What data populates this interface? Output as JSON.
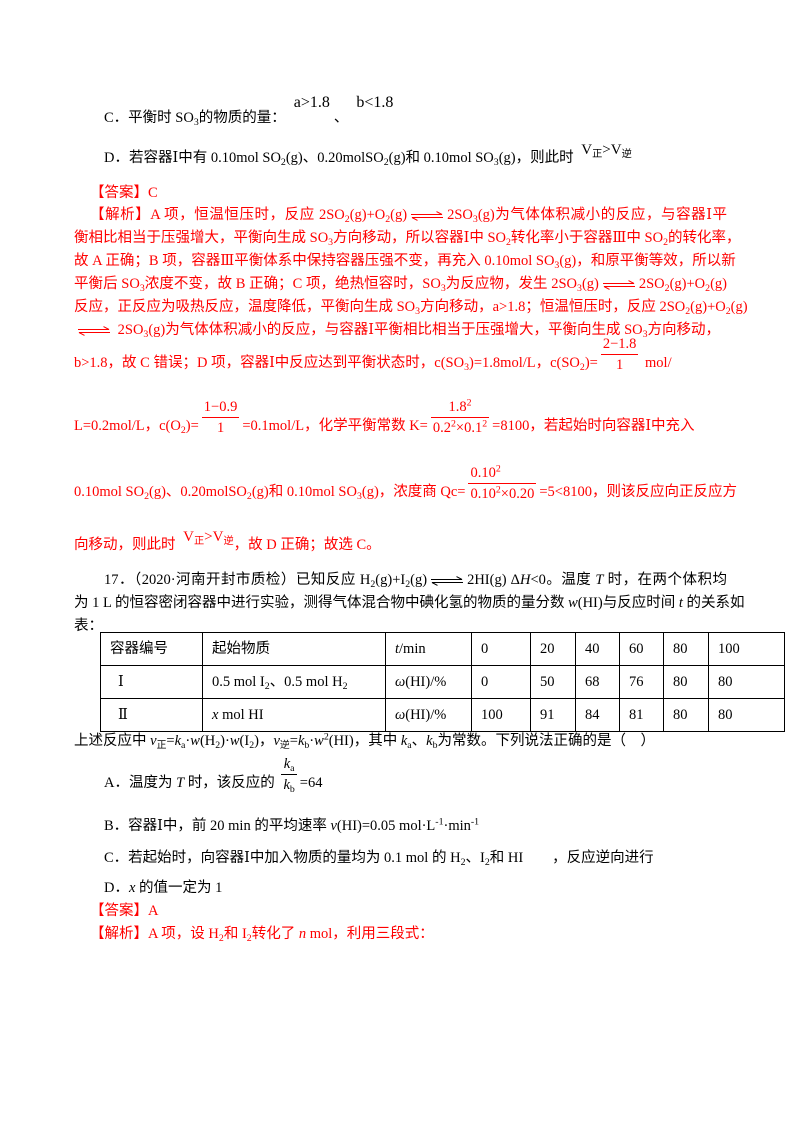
{
  "colors": {
    "text": "#000000",
    "answer_red": "#ff0000"
  },
  "q16": {
    "option_c": [
      "C．平衡时 SO",
      {
        "sub": "3"
      },
      "的物质的量：",
      {
        "raise": [
          "a>1.8"
        ]
      },
      "、",
      {
        "raise": [
          "b<1.8"
        ]
      }
    ],
    "option_d": [
      "D．若容器Ⅰ中有 0.10mol SO",
      {
        "sub": "2"
      },
      "(g)、0.20molSO",
      {
        "sub": "2"
      },
      "(g)和 0.10mol SO",
      {
        "sub": "3"
      },
      "(g)，则此时 ",
      {
        "raise": [
          "V",
          {
            "sub": "正"
          },
          ">V",
          {
            "sub": "逆"
          }
        ]
      }
    ],
    "answer": "【答案】C",
    "analysis": [
      [
        "【解析】A 项，恒温恒压时，反应 2SO",
        {
          "sub": "2"
        },
        "(g)+O",
        {
          "sub": "2"
        },
        "(g)",
        {
          "icon": "equilibrium-arrow"
        },
        "2SO",
        {
          "sub": "3"
        },
        "(g)为气体体积减小的反应，与容器Ⅰ平"
      ],
      [
        "衡相比相当于压强增大，平衡向生成 SO",
        {
          "sub": "3"
        },
        "方向移动，所以容器Ⅰ中 SO",
        {
          "sub": "2"
        },
        "转化率小于容器Ⅲ中 SO",
        {
          "sub": "2"
        },
        "的转化率，"
      ],
      [
        "故 A 正确；B 项，容器Ⅲ平衡体系中保持容器压强不变，再充入 0.10mol SO",
        {
          "sub": "3"
        },
        "(g)，和原平衡等效，所以新"
      ],
      [
        "平衡后 SO",
        {
          "sub": "3"
        },
        "浓度不变，故 B 正确；C 项，绝热恒容时，SO",
        {
          "sub": "3"
        },
        "为反应物，发生 2SO",
        {
          "sub": "3"
        },
        "(g)",
        {
          "icon": "equilibrium-arrow"
        },
        "2SO",
        {
          "sub": "2"
        },
        "(g)+O",
        {
          "sub": "2"
        },
        "(g)"
      ],
      [
        "反应，正反应为吸热反应，温度降低，平衡向生成 SO",
        {
          "sub": "3"
        },
        "方向移动，a>1.8；恒温恒压时，反应 2SO",
        {
          "sub": "2"
        },
        "(g)+O",
        {
          "sub": "2"
        },
        "(g)"
      ],
      [
        {
          "icon": "equilibrium-arrow"
        },
        " 2SO",
        {
          "sub": "3"
        },
        "(g)为气体体积减小的反应，与容器Ⅰ平衡相比相当于压强增大，平衡向生成 SO",
        {
          "sub": "3"
        },
        "方向移动，"
      ],
      [
        "b>1.8，故 C 错误；D 项，容器Ⅰ中反应达到平衡状态时，c(SO",
        {
          "sub": "3"
        },
        ")=1.8mol/L，c(SO",
        {
          "sub": "2"
        },
        ")=",
        {
          "frac": {
            "num": [
              "2−1.8"
            ],
            "den": [
              "1"
            ]
          }
        },
        " mol/"
      ],
      [
        "L=0.2mol/L，c(O",
        {
          "sub": "2"
        },
        ")=",
        {
          "frac": {
            "num": [
              "1−0.9"
            ],
            "den": [
              "1"
            ]
          }
        },
        "=0.1mol/L，化学平衡常数 K=",
        {
          "frac": {
            "num": [
              "1.8",
              {
                "sup": "2"
              }
            ],
            "den": [
              "0.2",
              {
                "sup": "2"
              },
              "×0.1",
              {
                "sup": "2"
              }
            ]
          }
        },
        "=8100，若起始时向容器Ⅰ中充入"
      ],
      [
        "0.10mol SO",
        {
          "sub": "2"
        },
        "(g)、0.20molSO",
        {
          "sub": "2"
        },
        "(g)和 0.10mol SO",
        {
          "sub": "3"
        },
        "(g)，浓度商 Qc=",
        {
          "frac": {
            "num": [
              "0.10",
              {
                "sup": "2"
              }
            ],
            "den": [
              "0.10",
              {
                "sup": "2"
              },
              "×0.20"
            ]
          }
        },
        "=5<8100，则该反应向正反应方"
      ],
      [
        "向移动，则此时 ",
        {
          "raise": [
            "V",
            {
              "sub": "正"
            },
            ">V",
            {
              "sub": "逆"
            }
          ]
        },
        "，故 D 正确；故选 C。"
      ]
    ]
  },
  "q17": {
    "stem": [
      [
        "17．（2020·河南开封市质检）已知反应 H",
        {
          "sub": "2"
        },
        "(g)+I",
        {
          "sub": "2"
        },
        "(g)",
        {
          "icon": "equilibrium-arrow"
        },
        "2HI(g)  Δ",
        {
          "i": "H"
        },
        "<0。温度 ",
        {
          "i": "T"
        },
        " 时，在两个体积均"
      ],
      [
        "为 1 L 的恒容密闭容器中进行实验，测得气体混合物中碘化氢的物质的量分数 ",
        {
          "i": "w"
        },
        "(HI)与反应时间 ",
        {
          "i": "t"
        },
        " 的关系如"
      ],
      [
        "表："
      ]
    ],
    "table": {
      "headers": [
        "容器编号",
        "起始物质",
        [
          {
            "i": "t"
          },
          "/min"
        ],
        "0",
        "20",
        "40",
        "60",
        "80",
        "100"
      ],
      "rows": [
        [
          "Ⅰ",
          [
            "0.5 mol I",
            {
              "sub": "2"
            },
            "、0.5 mol H",
            {
              "sub": "2"
            }
          ],
          [
            {
              "i": "ω"
            },
            "(HI)/%"
          ],
          "0",
          "50",
          "68",
          "76",
          "80",
          "80"
        ],
        [
          "Ⅱ",
          [
            {
              "i": "x"
            },
            " mol HI"
          ],
          [
            {
              "i": "ω"
            },
            "(HI)/%"
          ],
          "100",
          "91",
          "84",
          "81",
          "80",
          "80"
        ]
      ]
    },
    "question": [
      "上述反应中 ",
      {
        "i": "v"
      },
      {
        "sub": "正"
      },
      "=",
      {
        "i": "k"
      },
      {
        "sub": "a"
      },
      "·",
      {
        "i": "w"
      },
      "(H",
      {
        "sub": "2"
      },
      ")·",
      {
        "i": "w"
      },
      "(I",
      {
        "sub": "2"
      },
      ")，",
      {
        "i": "v"
      },
      {
        "sub": "逆"
      },
      "=",
      {
        "i": "k"
      },
      {
        "sub": "b"
      },
      "·",
      {
        "i": "w"
      },
      {
        "sup": "2"
      },
      "(HI)，其中 ",
      {
        "i": "k"
      },
      {
        "sub": "a"
      },
      "、",
      {
        "i": "k"
      },
      {
        "sub": "b"
      },
      "为常数。下列说法正确的是（　）"
    ],
    "options": [
      [
        "A．温度为 ",
        {
          "i": "T"
        },
        " 时，该反应的 ",
        {
          "frac": {
            "num": [
              {
                "i": "k"
              },
              {
                "sub": "a"
              }
            ],
            "den": [
              {
                "i": "k"
              },
              {
                "sub": "b"
              }
            ]
          }
        },
        "=64"
      ],
      [
        "B．容器Ⅰ中，前 20 min 的平均速率 ",
        {
          "i": "v"
        },
        "(HI)=0.05 mol·L",
        {
          "sup": "-1"
        },
        "·min",
        {
          "sup": "-1"
        }
      ],
      [
        "C．若起始时，向容器Ⅰ中加入物质的量均为 0.1 mol 的 H",
        {
          "sub": "2"
        },
        "、I",
        {
          "sub": "2"
        },
        "和 HI　　，反应逆向进行"
      ],
      [
        "D．",
        {
          "i": "x"
        },
        " 的值一定为 1"
      ]
    ],
    "answer": "【答案】A",
    "analysis": [
      "【解析】A 项，设 H",
      {
        "sub": "2"
      },
      "和 I",
      {
        "sub": "2"
      },
      "转化了 ",
      {
        "i": "n"
      },
      " mol，利用三段式："
    ]
  }
}
